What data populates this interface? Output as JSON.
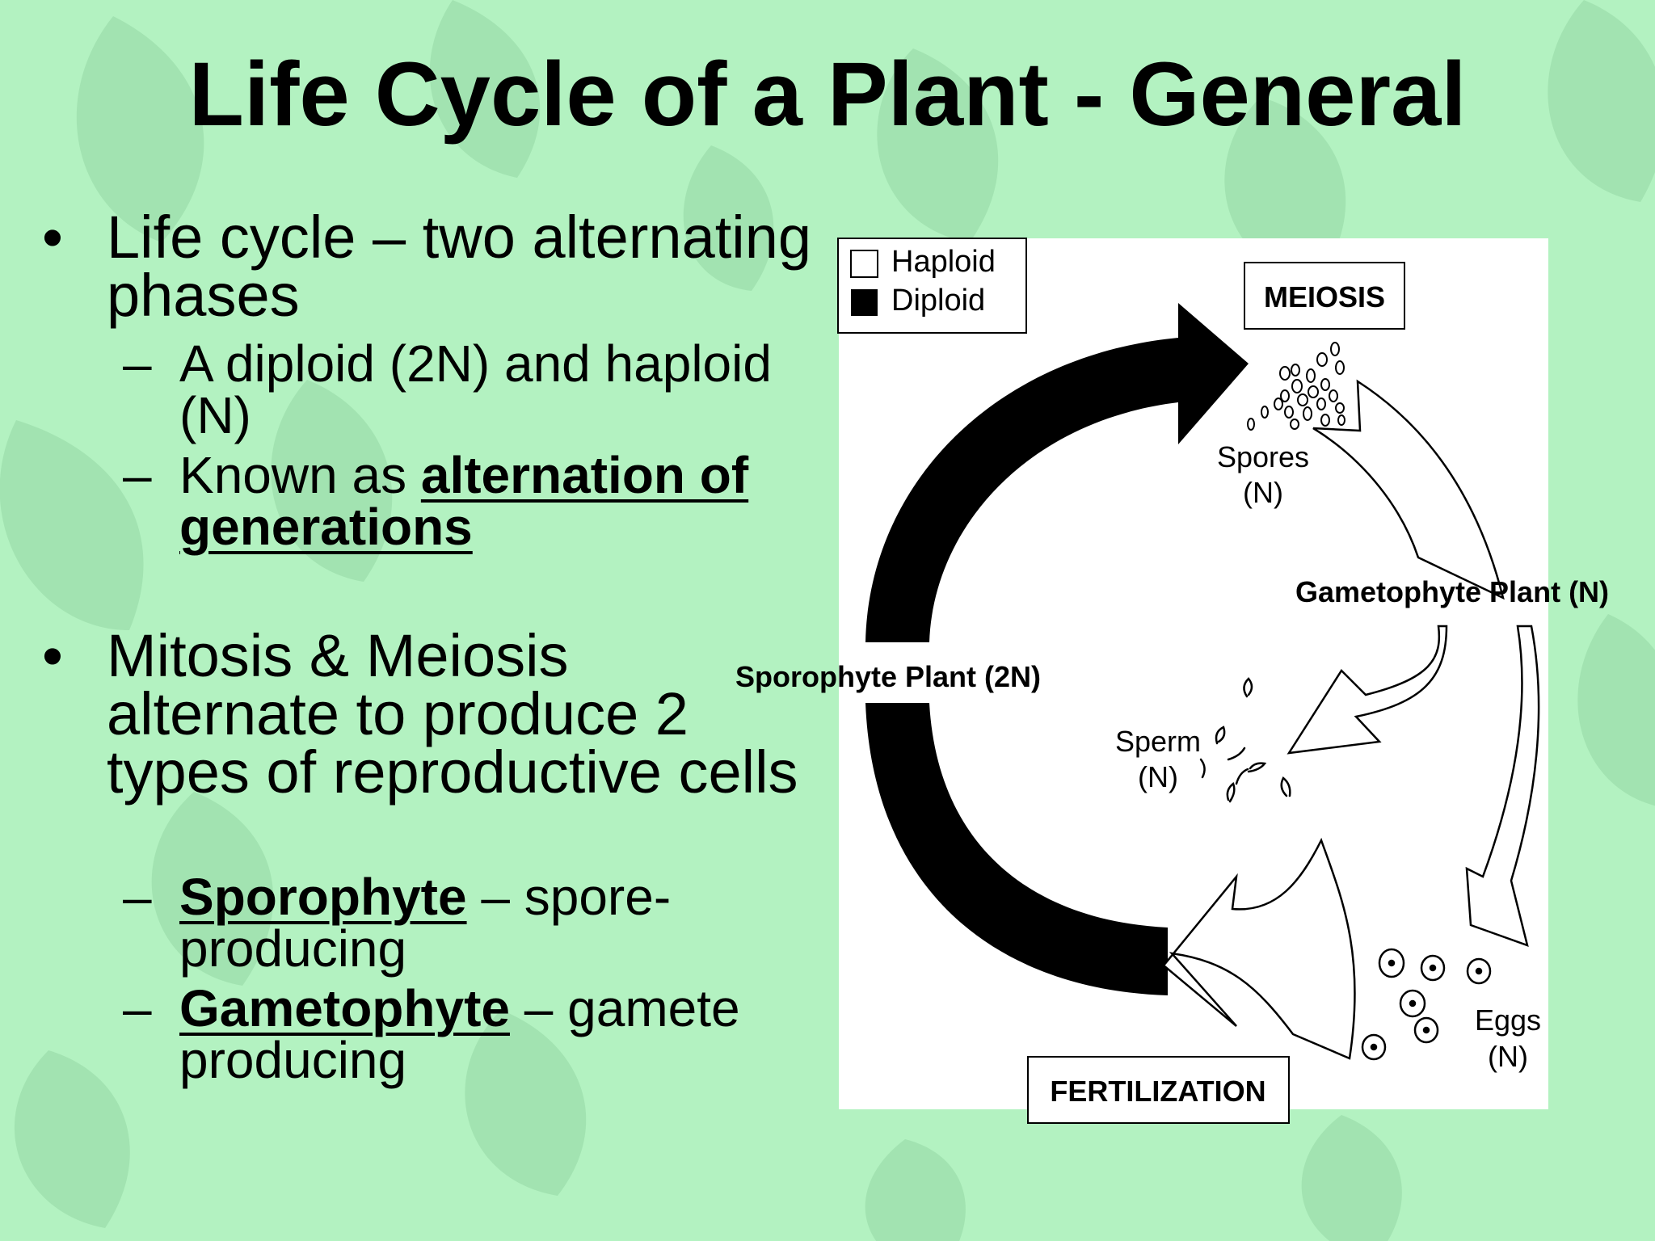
{
  "title": "Life Cycle of a Plant - General",
  "bullet_marker": "•",
  "sub_marker": "–",
  "bullets": [
    {
      "text": "Life cycle – two alternating phases"
    },
    {
      "sub": [
        {
          "text": "A diploid (2N) and haploid (N)"
        },
        {
          "pre": "Known as ",
          "term": "alternation of generations"
        }
      ]
    },
    {
      "text": "Mitosis & Meiosis alternate to produce 2 types of reproductive cells"
    },
    {
      "sub": [
        {
          "term": "Sporophyte",
          "post": " – spore-producing"
        },
        {
          "term": "Gametophyte",
          "post": " – gamete producing"
        }
      ]
    }
  ],
  "diagram": {
    "legend": {
      "haploid": "Haploid",
      "diploid": "Diploid"
    },
    "meiosis": "MEIOSIS",
    "fertilization": "FERTILIZATION",
    "spores": [
      "Spores",
      "(N)"
    ],
    "gametophyte": "Gametophyte Plant (N)",
    "sporophyte": "Sporophyte Plant (2N)",
    "sperm": [
      "Sperm",
      "(N)"
    ],
    "eggs": [
      "Eggs",
      "(N)"
    ],
    "colors": {
      "haploid": "#ffffff",
      "diploid": "#000000",
      "panel": "#ffffff",
      "background": "#b3f2c1",
      "leaf": "#98dca8"
    }
  }
}
